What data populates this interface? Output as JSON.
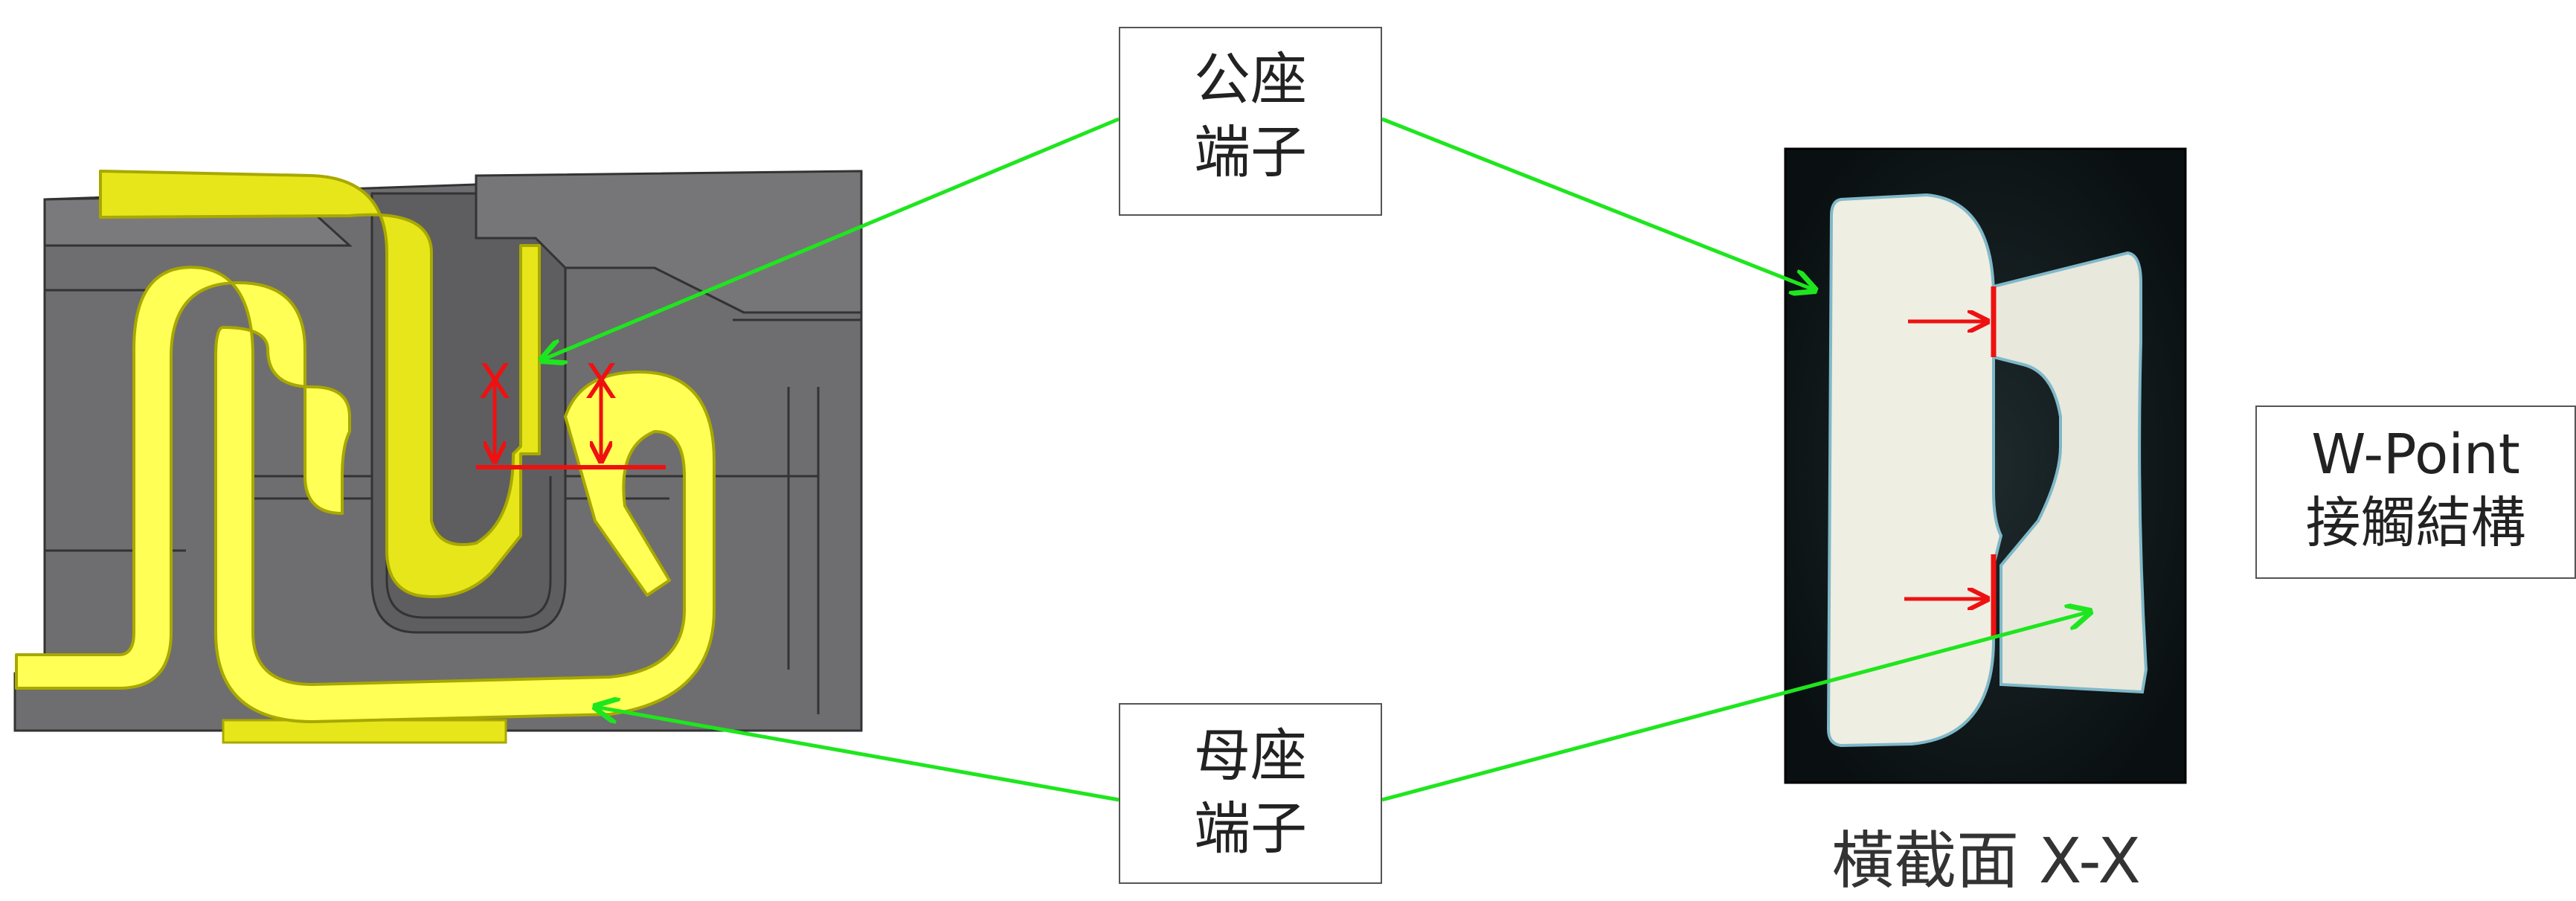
{
  "labels": {
    "male_terminal": [
      "公座",
      "端子"
    ],
    "female_terminal": [
      "母座",
      "端子"
    ],
    "w_point": [
      "W-Point",
      "接觸結構"
    ],
    "cross_section": "橫截面 X-X",
    "section_mark": "X"
  },
  "colors": {
    "housing": "#6e6e70",
    "housing_dark": "#58585a",
    "terminal_male": "#e6e61a",
    "terminal_female": "#ffff55",
    "terminal_edge": "#a8a800",
    "arrow_green": "#1ee61e",
    "mark_red": "#ee1111",
    "photo_bg": "#101818",
    "metal": "#efeee2"
  }
}
